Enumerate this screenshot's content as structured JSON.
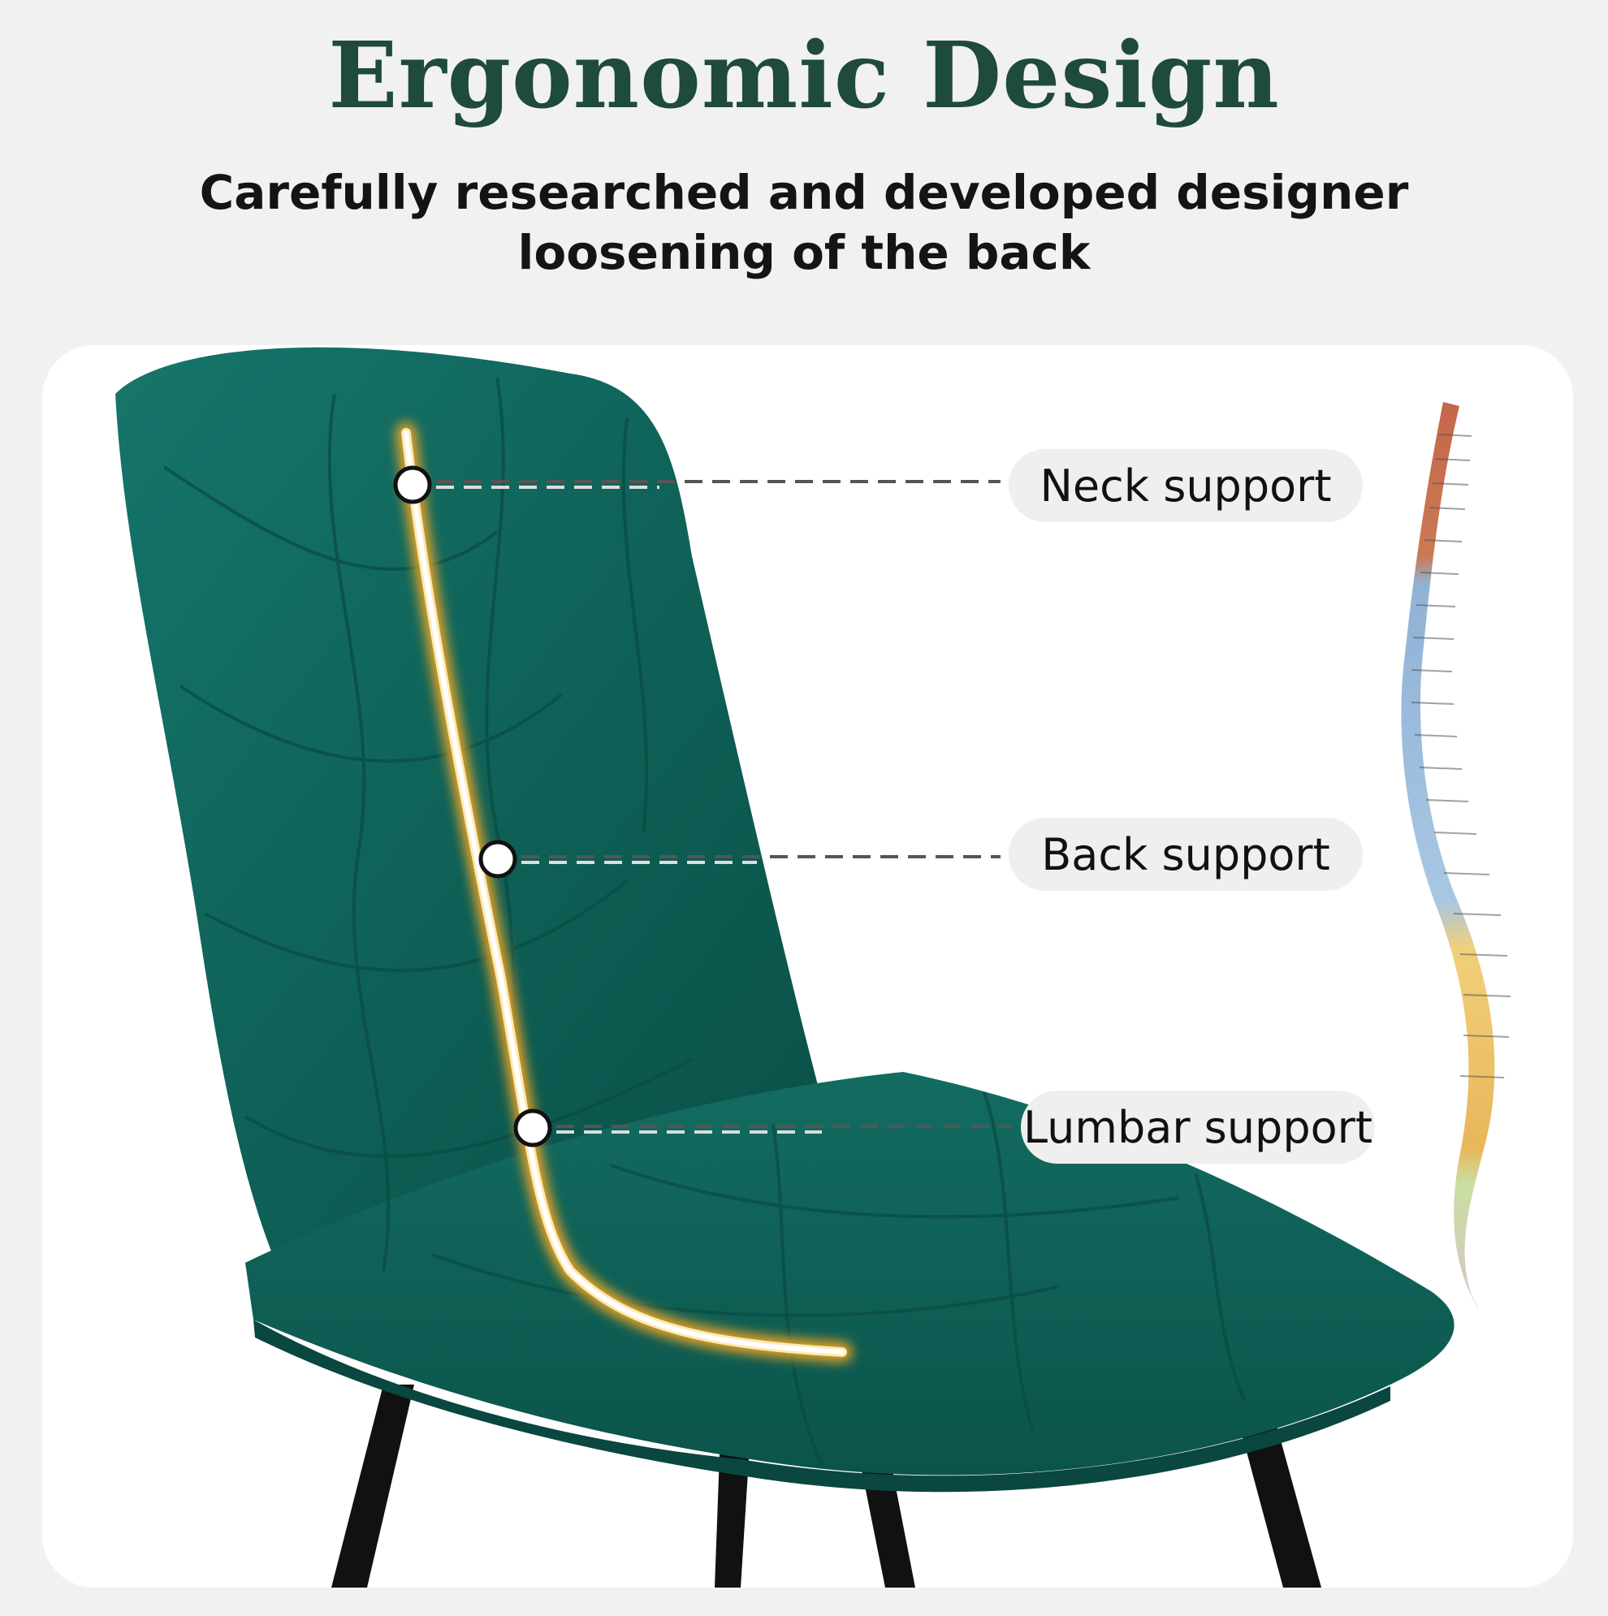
{
  "header": {
    "title": "Ergonomic Design",
    "subtitle_line1": "Carefully researched and developed designer",
    "subtitle_line2": "loosening of the back"
  },
  "callouts": {
    "neck": "Neck support",
    "back": "Back support",
    "lumbar": "Lumbar support"
  },
  "colors": {
    "title": "#1f4a3e",
    "chair_velvet": "#0e5f55",
    "spine_curve": "#f5a623"
  }
}
